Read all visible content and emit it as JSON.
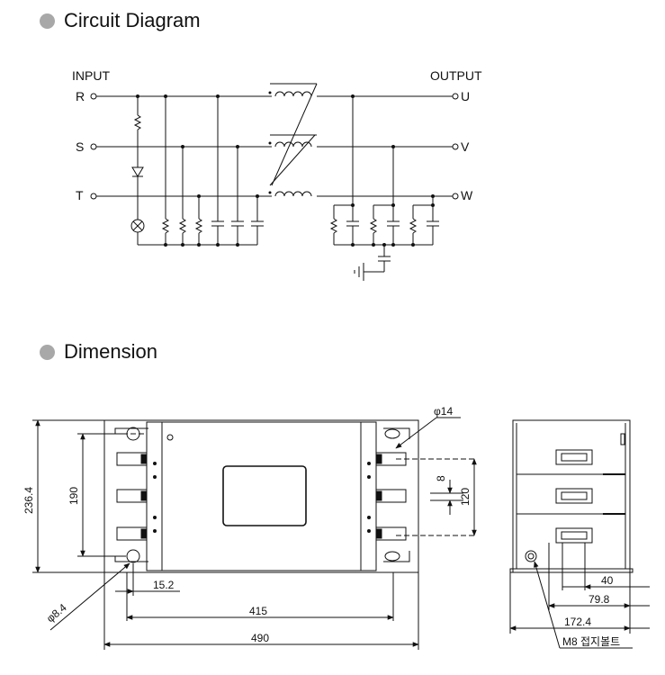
{
  "sections": {
    "circuit": {
      "title": "Circuit Diagram"
    },
    "dimension": {
      "title": "Dimension"
    }
  },
  "circuit": {
    "input_label": "INPUT",
    "output_label": "OUTPUT",
    "inputs": [
      "R",
      "S",
      "T"
    ],
    "outputs": [
      "U",
      "V",
      "W"
    ]
  },
  "dimensions": {
    "overall_height": "236.4",
    "hole_pitch_vertical": "190",
    "hole_diameter": "φ8.4",
    "hole_offset": "15.2",
    "hole_pitch_horizontal": "415",
    "overall_width": "490",
    "terminal_diameter": "φ14",
    "terminal_pitch": "120",
    "terminal_thread": "8",
    "side_40": "40",
    "side_79_8": "79.8",
    "side_172_4": "172.4",
    "ground_bolt": "M8 접지볼트"
  }
}
